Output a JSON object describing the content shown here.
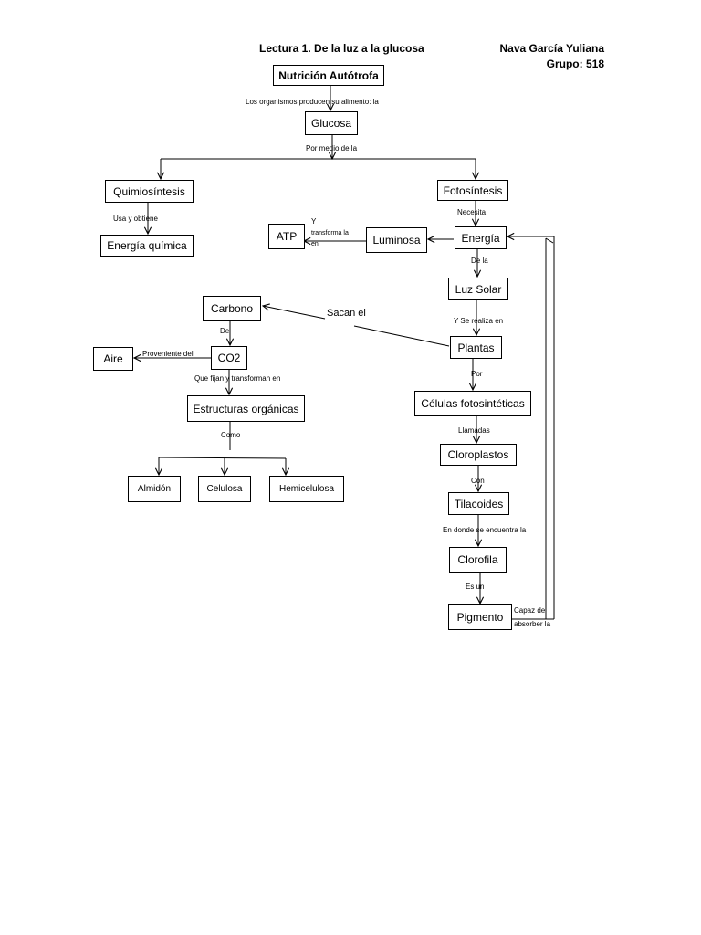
{
  "header": {
    "title": "Lectura 1. De la luz a la glucosa",
    "author": "Nava García Yuliana",
    "group": "Grupo: 518"
  },
  "nodes": {
    "nutricion": "Nutrición Autótrofa",
    "glucosa": "Glucosa",
    "quimiosintesis": "Quimiosíntesis",
    "energia_quimica": "Energía química",
    "fotosintesis": "Fotosíntesis",
    "energia": "Energía",
    "luminosa": "Luminosa",
    "atp": "ATP",
    "luz_solar": "Luz Solar",
    "plantas": "Plantas",
    "carbono": "Carbono",
    "co2": "CO2",
    "aire": "Aire",
    "estructuras": "Estructuras orgánicas",
    "almidon": "Almidón",
    "celulosa": "Celulosa",
    "hemicelulosa": "Hemicelulosa",
    "celulas": "Células fotosintéticas",
    "cloroplastos": "Cloroplastos",
    "tilacoides": "Tilacoides",
    "clorofila": "Clorofila",
    "pigmento": "Pigmento"
  },
  "labels": {
    "producen": "Los organismos producen su alimento: la",
    "por_medio": "Por medio de la",
    "usa_obtiene": "Usa y obtiene",
    "necesita": "Necesita",
    "y": "Y",
    "transforma": "transforma la",
    "en": "en",
    "de_la": "De la",
    "se_realiza": "Y Se realiza en",
    "sacan_el": "Sacan el",
    "del": "Del",
    "proveniente": "Proveniente del",
    "fijan": "Que fijan y transforman en",
    "como": "Como",
    "por": "Por",
    "llamadas": "Llamadas",
    "con": "Con",
    "en_donde": "En donde se encuentra la",
    "es_un": "Es un",
    "capaz": "Capaz de",
    "absorber": "absorber la"
  }
}
